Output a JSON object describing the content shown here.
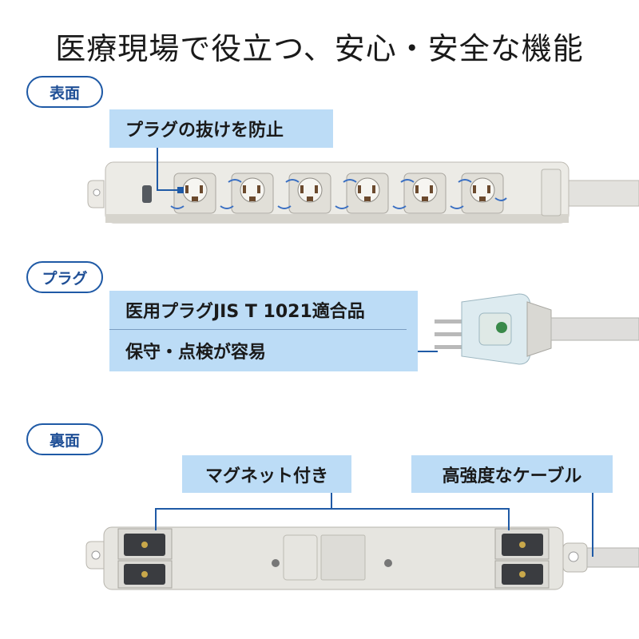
{
  "title": "医療現場で役立つ、安心・安全な機能",
  "sections": {
    "front": {
      "label": "表面",
      "callout": "プラグの抜けを防止"
    },
    "plug": {
      "label": "プラグ",
      "line1": "医用プラグJIS T 1021適合品",
      "line2": "保守・点検が容易"
    },
    "back": {
      "label": "裏面",
      "callout_left": "マグネット付き",
      "callout_right": "高強度なケーブル"
    }
  },
  "colors": {
    "accent": "#1f5aa6",
    "callout_bg": "#bcdcf6",
    "line": "#2a7fd0"
  }
}
